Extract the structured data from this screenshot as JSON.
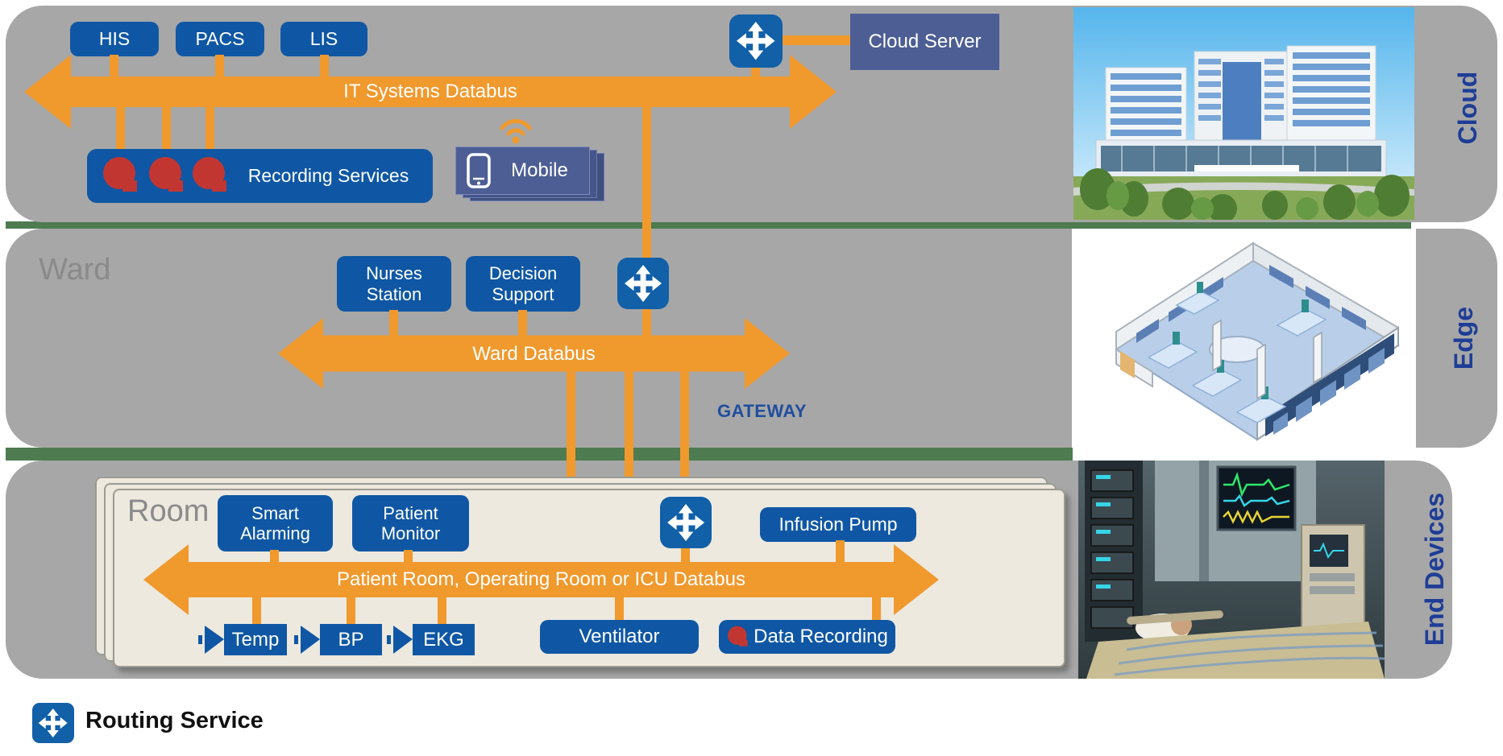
{
  "layers": {
    "cloud": {
      "side_label": "Cloud",
      "databus_label": "IT Systems Databus",
      "boxes": {
        "his": "HIS",
        "pacs": "PACS",
        "lis": "LIS",
        "cloud_server": "Cloud Server",
        "recording_services": "Recording Services",
        "mobile": "Mobile"
      }
    },
    "edge": {
      "side_label": "Edge",
      "area_label": "Ward",
      "databus_label": "Ward Databus",
      "gateway_label": "GATEWAY",
      "boxes": {
        "nurses_station": "Nurses Station",
        "decision_support": "Decision Support"
      }
    },
    "end_devices": {
      "side_label": "End Devices",
      "area_label": "Room",
      "databus_label": "Patient Room, Operating Room or ICU Databus",
      "boxes": {
        "smart_alarming": "Smart Alarming",
        "patient_monitor": "Patient Monitor",
        "infusion_pump": "Infusion Pump",
        "temp": "Temp",
        "bp": "BP",
        "ekg": "EKG",
        "ventilator": "Ventilator",
        "data_recording": "Data Recording"
      }
    }
  },
  "legend": {
    "routing_service": "Routing Service"
  },
  "icons": {
    "routing": "four-way-arrow",
    "wifi": "wifi-signal",
    "mobile": "smartphone",
    "record": "record-dot",
    "sensor": "probe-sensor"
  },
  "colors": {
    "accent_orange": "#F0992D",
    "box_blue": "#0F57A4",
    "slate_blue": "#4D5E95",
    "routing_blue": "#1160A8",
    "record_red": "#C23632",
    "band_gray": "#A7A7A7",
    "gap_green": "#4E7B50",
    "label_navy": "#1E3D96"
  }
}
